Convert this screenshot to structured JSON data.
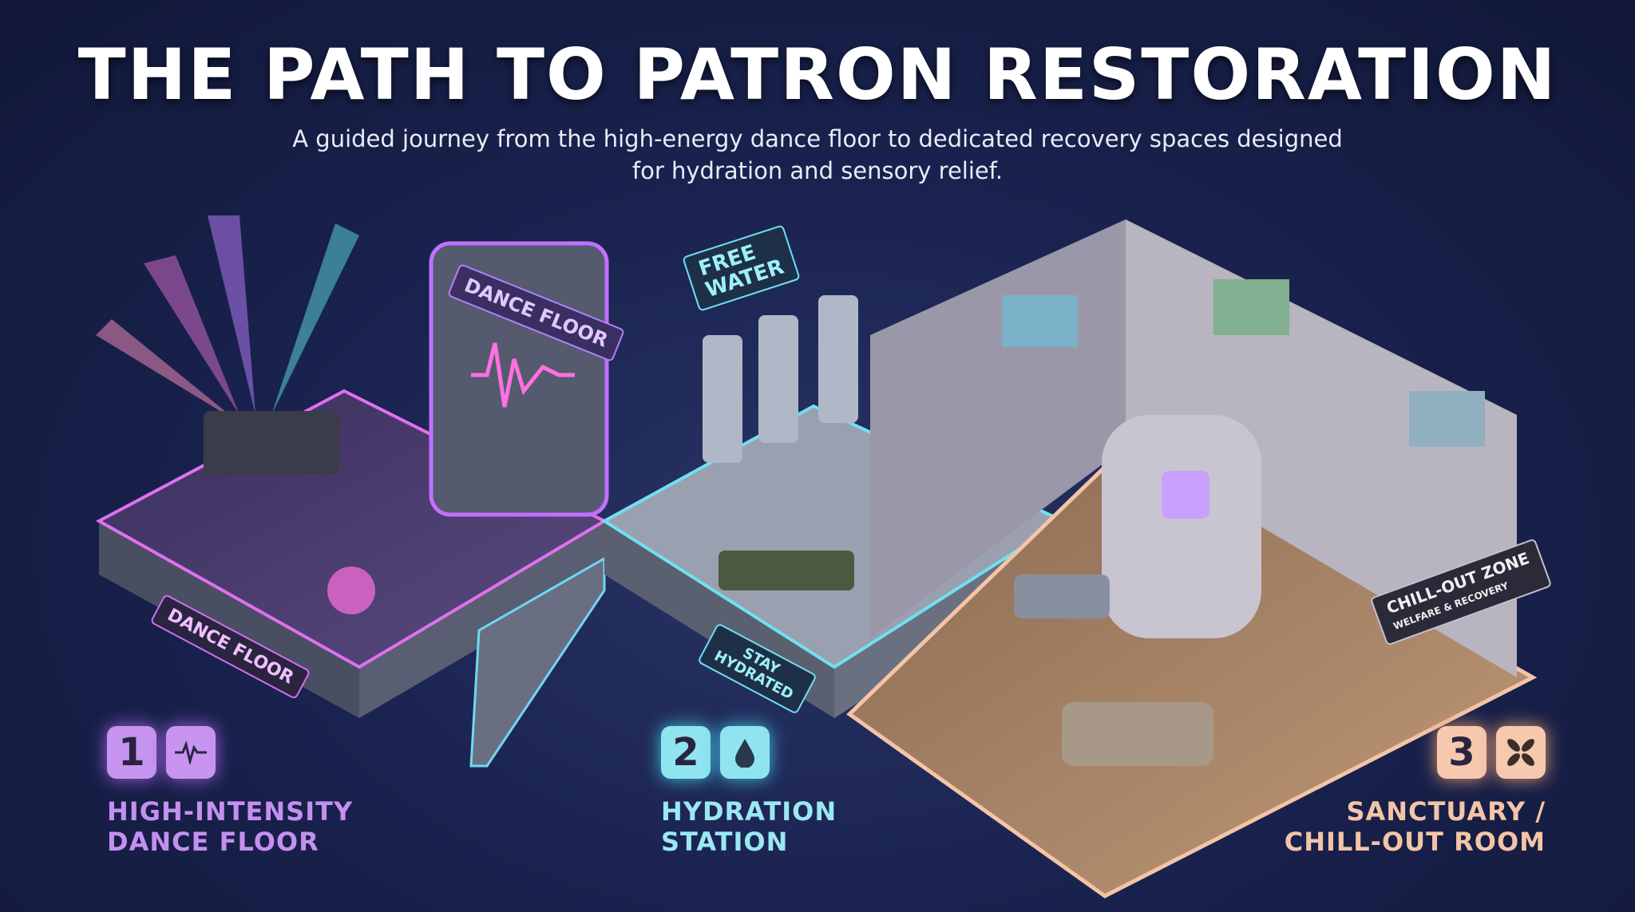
{
  "header": {
    "title": "THE PATH TO PATRON RESTORATION",
    "subtitle_line1": "A guided journey from the high-energy dance floor to dedicated recovery spaces designed",
    "subtitle_line2": "for hydration and sensory relief."
  },
  "scene_signs": {
    "dance_arch": "DANCE FLOOR",
    "dance_platform": "DANCE FLOOR",
    "free_water_1": "FREE",
    "free_water_2": "WATER",
    "stay_hydrated_1": "STAY",
    "stay_hydrated_2": "HYDRATED",
    "chill_zone": "CHILL-OUT ZONE",
    "chill_sub": "WELFARE & RECOVERY"
  },
  "steps": [
    {
      "number": "1",
      "icon": "heartbeat-icon",
      "line1": "HIGH-INTENSITY",
      "line2": "DANCE FLOOR",
      "color": "#c48ff0"
    },
    {
      "number": "2",
      "icon": "water-drop-icon",
      "line1": "HYDRATION",
      "line2": "STATION",
      "color": "#9ae8f2"
    },
    {
      "number": "3",
      "icon": "petal-logo-icon",
      "line1": "SANCTUARY /",
      "line2": "CHILL-OUT ROOM",
      "color": "#f4c4a6"
    }
  ]
}
